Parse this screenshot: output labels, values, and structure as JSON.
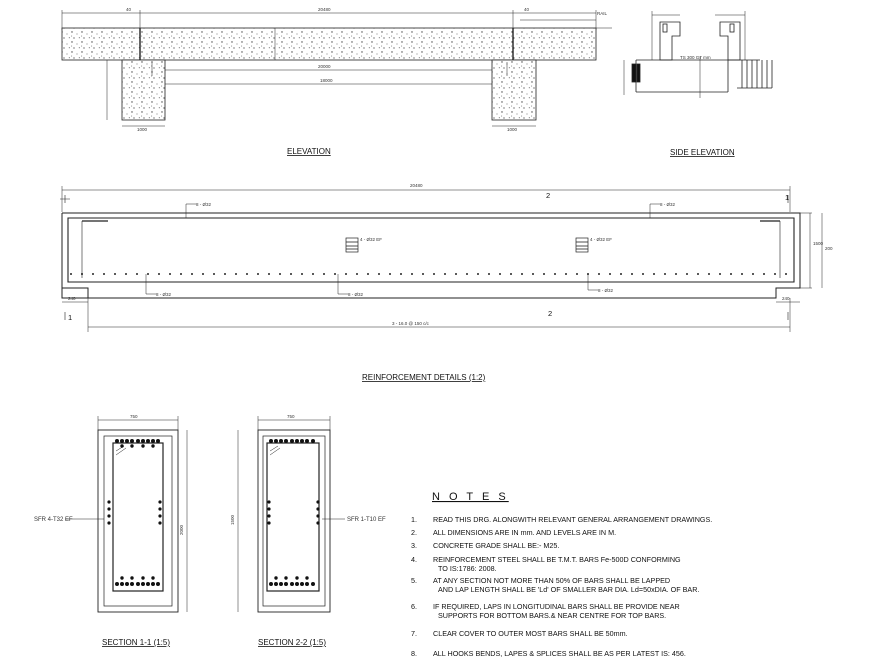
{
  "titles": {
    "elevation": "ELEVATION",
    "side_elevation": "SIDE ELEVATION",
    "reinforcement": "REINFORCEMENT DETAILS (1:2)",
    "section1": "SECTION 1-1 (1:5)",
    "section2": "SECTION 2-2 (1:5)"
  },
  "labels": {
    "rail": "RAIL",
    "sfr_left": "SFR 4-T32 EF",
    "sfr_right": "SFR 1-T10 EF",
    "bar_top_left": "8 - Ø32",
    "bar_top_right": "8 - Ø32",
    "bar_mid_left": "4 - Ø32 EF",
    "bar_mid_right": "4 - Ø32 EF",
    "bar_bot_left": "8 - Ø32",
    "bar_bot_mid": "8 - Ø32",
    "bar_bot_right": "8 - Ø32",
    "marker_1": "1",
    "marker_2": "2"
  },
  "notes": {
    "heading": "N O T E S",
    "items": [
      {
        "num": "1.",
        "lines": [
          "READ THIS DRG. ALONGWITH RELEVANT GENERAL ARRANGEMENT DRAWINGS."
        ]
      },
      {
        "num": "2.",
        "lines": [
          "ALL DIMENSIONS ARE IN mm. AND LEVELS ARE IN M."
        ]
      },
      {
        "num": "3.",
        "lines": [
          "CONCRETE GRADE SHALL BE:- M25."
        ]
      },
      {
        "num": "4.",
        "lines": [
          "REINFORCEMENT STEEL SHALL BE T.M.T. BARS Fe-500D CONFORMING",
          "TO IS:1786: 2008."
        ]
      },
      {
        "num": "5.",
        "lines": [
          "AT ANY SECTION NOT MORE THAN 50% OF BARS SHALL BE LAPPED",
          "AND LAP LENGTH SHALL BE 'Ld' OF SMALLER BAR DIA. Ld=50xDIA. OF BAR."
        ]
      },
      {
        "num": "6.",
        "lines": [
          "IF REQUIRED, LAPS IN LONGITUDINAL BARS SHALL BE PROVIDE NEAR",
          "SUPPORTS FOR BOTTOM BARS.& NEAR CENTRE FOR TOP BARS."
        ]
      },
      {
        "num": "7.",
        "lines": [
          "CLEAR COVER TO OUTER MOST BARS SHALL BE 50mm."
        ]
      },
      {
        "num": "8.",
        "lines": [
          "ALL HOOKS BENDS, LAPES & SPLICES SHALL BE AS PER LATEST IS: 456."
        ]
      }
    ]
  }
}
